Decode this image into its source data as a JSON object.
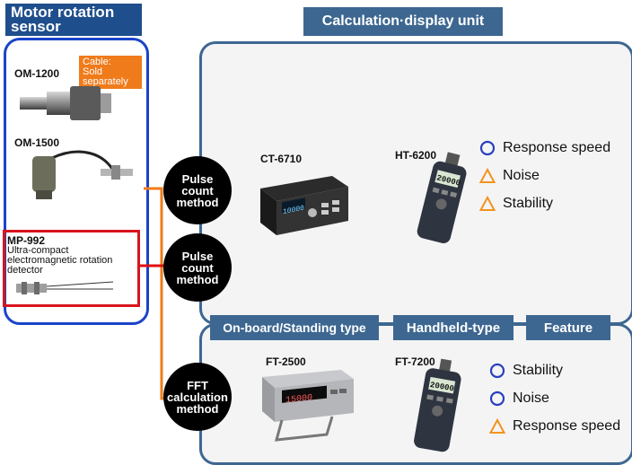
{
  "sensor_title_lines": [
    "Motor rotation",
    "sensor"
  ],
  "calc_title": "Calculation·display unit",
  "sensors": {
    "om1200": "OM-1200",
    "cable_tag_lines": [
      "Cable:",
      "Sold",
      "separately"
    ],
    "om1500": "OM-1500",
    "mp992": "MP-992",
    "mp992_desc_lines": [
      "Ultra-compact",
      "electromagnetic rotation",
      "detector"
    ]
  },
  "methods": {
    "pulse1_lines": [
      "Pulse",
      "count",
      "method"
    ],
    "pulse2_lines": [
      "Pulse",
      "count",
      "method"
    ],
    "fft_lines": [
      "FFT",
      "calculation",
      "method"
    ]
  },
  "devices": {
    "ct6710": "CT-6710",
    "ht6200": "HT-6200",
    "ft2500": "FT-2500",
    "ft7200": "FT-7200",
    "ct6710_display": "10000",
    "ht6200_display": "20000",
    "ft2500_display": "15000",
    "ft7200_display": "20000"
  },
  "column_headers": {
    "onboard": "On-board/Standing type",
    "handheld": "Handheld-type",
    "feature": "Feature"
  },
  "features_top": [
    {
      "symbol": "circle",
      "label": "Response speed"
    },
    {
      "symbol": "triangle",
      "label": "Noise"
    },
    {
      "symbol": "triangle",
      "label": "Stability"
    }
  ],
  "features_bottom": [
    {
      "symbol": "circle",
      "label": "Stability"
    },
    {
      "symbol": "circle",
      "label": "Noise"
    },
    {
      "symbol": "triangle",
      "label": "Response speed"
    }
  ],
  "colors": {
    "circle_symbol": "#2a3fbf",
    "triangle_symbol": "#f2931e",
    "orange_line": "#f07b1b",
    "red_line": "#e01010"
  }
}
